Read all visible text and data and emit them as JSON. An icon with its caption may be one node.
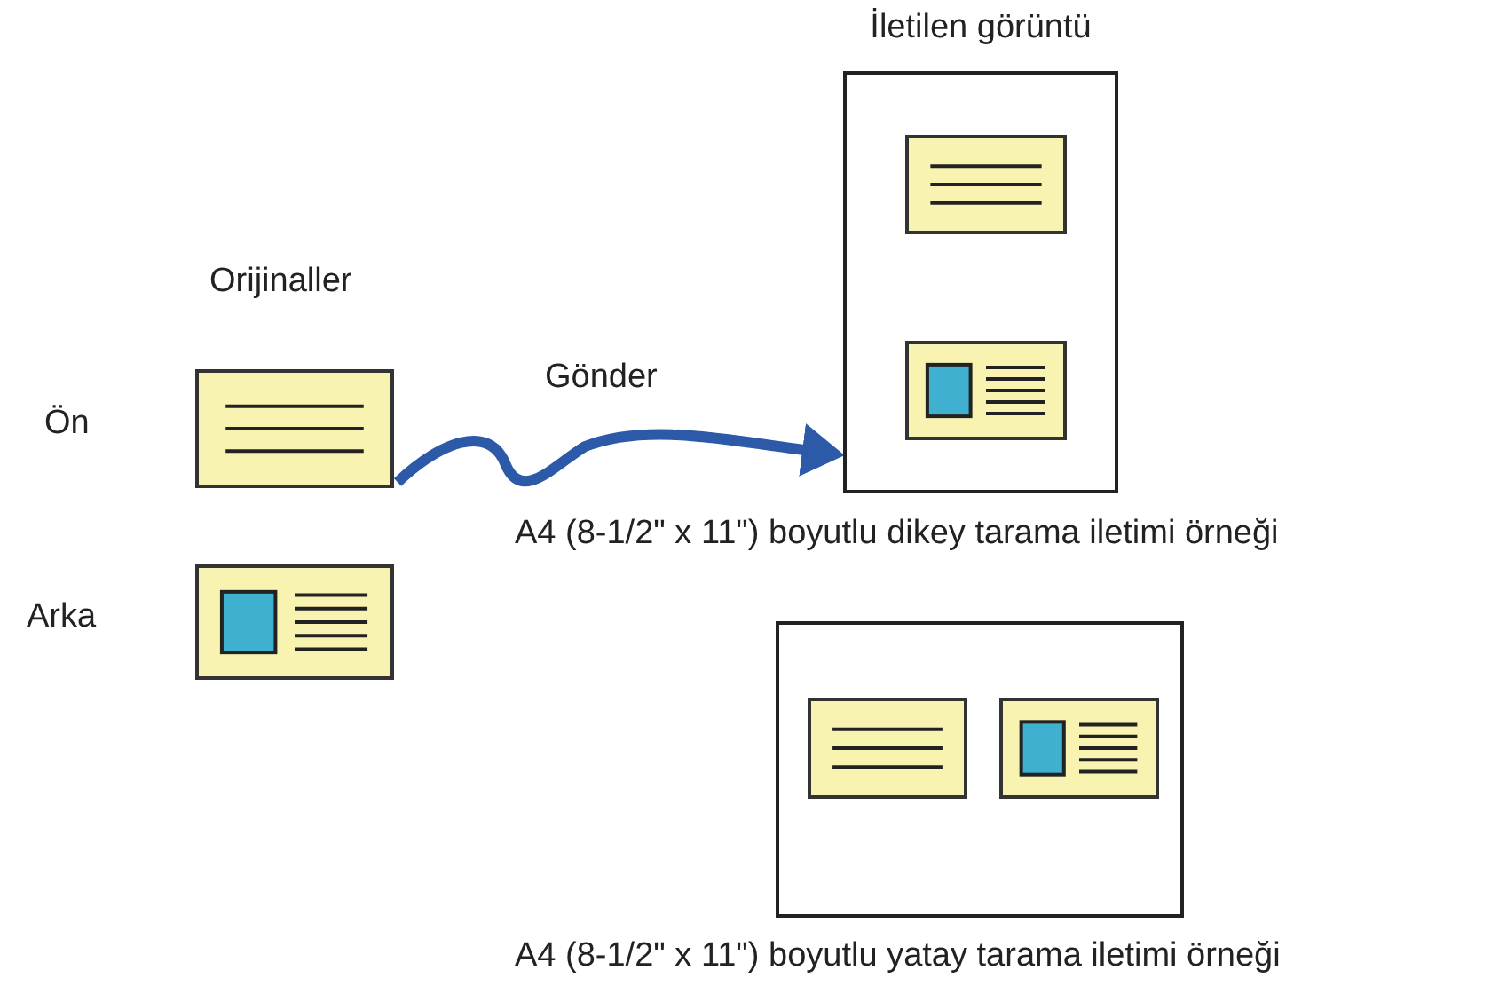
{
  "diagram": {
    "nodes": [
      {
        "text": [],
        "shape": "box",
        "beside": [
          "Ön"
        ]
      },
      {
        "text": [],
        "shape": "box",
        "beside": [
          "Arka"
        ]
      },
      {
        "text": [
          "İletilen görüntü"
        ],
        "beside": [
          "A4 (8-1/2\" x 11\") boyutlu dikey tarama iletimi örneği"
        ]
      },
      {
        "text": [],
        "shape": "box",
        "in": 2
      },
      {
        "text": [],
        "shape": "box",
        "in": 2
      },
      {
        "text": [],
        "shape": "box",
        "beside": [
          "A4 (8-1/2\" x 11\") boyutlu yatay tarama iletimi örneği"
        ]
      },
      {
        "text": [],
        "shape": "box",
        "in": 5
      },
      {
        "text": [],
        "shape": "box",
        "in": 5
      }
    ],
    "edges": [
      {
        "from": 0,
        "to": 2,
        "arrow": "to",
        "label": "Gönder"
      }
    ],
    "labels": [
      "Orijinaller"
    ]
  }
}
